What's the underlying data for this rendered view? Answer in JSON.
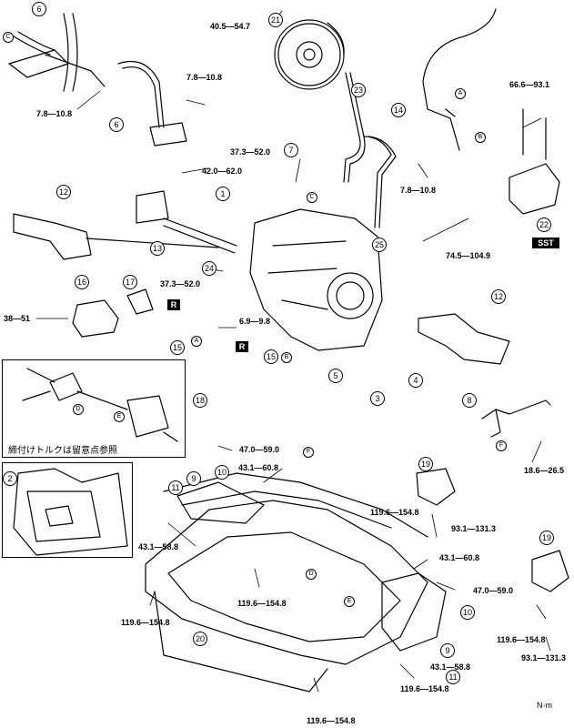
{
  "torques": {
    "t_40_5": "40.5—54.7",
    "t_7_8_a": "7.8—10.8",
    "t_7_8_b": "7.8—10.8",
    "t_7_8_c": "7.8—10.8",
    "t_66_6": "66.6—93.1",
    "t_37_3_a": "37.3—52.0",
    "t_42_0": "42.0—62.0",
    "t_37_3_b": "37.3—52.0",
    "t_6_9": "6.9—9.8",
    "t_38_51": "38—51",
    "t_74_5": "74.5—104.9",
    "t_47_0_a": "47.0—59.0",
    "t_43_1_a": "43.1—60.8",
    "t_18_6": "18.6—26.5",
    "t_119_6_a": "119.6—154.8",
    "t_93_1_a": "93.1—131.3",
    "t_43_1_b": "43.1—58.8",
    "t_43_1_c": "43.1—60.8",
    "t_119_6_b": "119.6—154.8",
    "t_47_0_b": "47.0—59.0",
    "t_119_6_c": "119.6—154.8",
    "t_119_6_d": "119.6—154.8",
    "t_93_1_b": "93.1—131.3",
    "t_43_1_d": "43.1—58.8",
    "t_119_6_e": "119.6—154.8",
    "t_119_6_f": "119.6—154.8"
  },
  "callouts": {
    "n1": "1",
    "n2": "2",
    "n3": "3",
    "n4": "4",
    "n5": "5",
    "n6a": "6",
    "n6b": "6",
    "n7": "7",
    "n8": "8",
    "n9a": "9",
    "n9b": "9",
    "n10a": "10",
    "n10b": "10",
    "n11a": "11",
    "n11b": "11",
    "n12a": "12",
    "n12b": "12",
    "n13": "13",
    "n14": "14",
    "n15a": "15",
    "n15b": "15",
    "n16": "16",
    "n17": "17",
    "n18": "18",
    "n19a": "19",
    "n19b": "19",
    "n20": "20",
    "n21": "21",
    "n22": "22",
    "n23": "23",
    "n24": "24",
    "n25": "25"
  },
  "letters": {
    "A1": "A",
    "A2": "A",
    "B1": "B",
    "B2": "B",
    "C1": "C",
    "C2": "C",
    "D1": "D",
    "D2": "D",
    "E1": "E",
    "E2": "E",
    "F1": "F",
    "F2": "F"
  },
  "tags": {
    "sst": "SST",
    "r1": "R",
    "r2": "R"
  },
  "note": "締付けトルクは留意点参照",
  "unit": "N·m"
}
